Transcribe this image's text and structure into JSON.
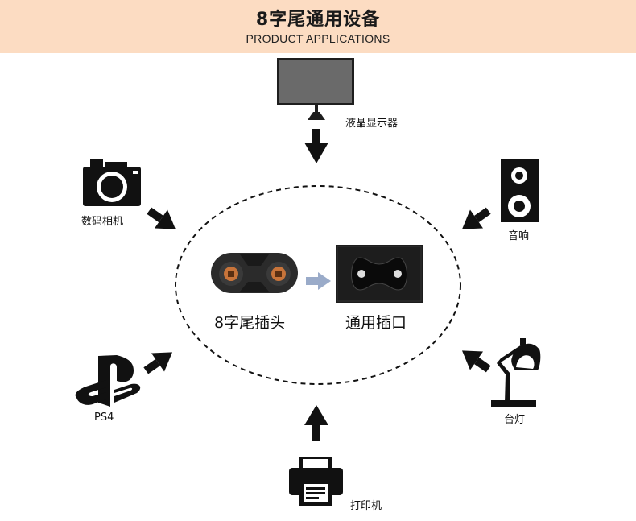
{
  "header": {
    "title": "8字尾通用设备",
    "subtitle": "PRODUCT APPLICATIONS"
  },
  "devices": {
    "monitor": "液晶显示器",
    "camera": "数码相机",
    "speaker": "音响",
    "ps4": "PS4",
    "lamp": "台灯",
    "printer": "打印机"
  },
  "center": {
    "plug_label": "8字尾插头",
    "socket_label": "通用插口"
  },
  "colors": {
    "header_bg": "#fcdcc2",
    "plug_body": "#2b2b2b",
    "pin_copper": "#c8743a",
    "conversion_arrow": "#9aabc9"
  }
}
